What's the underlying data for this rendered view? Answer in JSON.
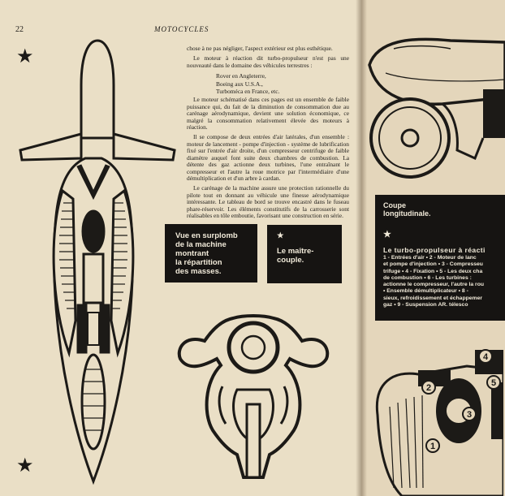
{
  "page": {
    "number": "22",
    "running_head": "MOTOCYCLES"
  },
  "body_text": {
    "p0": "chose à ne pas négliger, l'aspect extérieur est plus esthétique.",
    "p1": "Le moteur à réaction dit turbo-propulseur n'est pas une nouveauté dans le domaine des véhicules terrestres :",
    "list": [
      "Rover en Angleterre,",
      "Boeing aux U.S.A.,",
      "Turboméca en France, etc."
    ],
    "p2": "Le moteur schématisé dans ces pages est un ensemble de faible puissance qui, du fait de la diminution de consommation due au carénage aérodynamique, devient une solution économique, ce malgré la consommation relativement élevée des moteurs à réaction.",
    "p3": "Il se compose de deux entrées d'air latérales, d'un ensemble : moteur de lancement - pompe d'injection - système de lubrification fixé sur l'entrée d'air droite, d'un compresseur centrifuge de faible diamètre auquel font suite deux chambres de combustion. La détente des gaz actionne deux turbines, l'une entraînant le compresseur et l'autre la roue motrice par l'intermédiaire d'une démultiplication et d'un arbre à cardan.",
    "p4": "Le carénage de la machine assure une protection rationnelle du pilote tout en donnant au véhicule une finesse aérodynamique intéressante. Le tableau de bord se trouve encastré dans le fuseau phare-réservoir. Les éléments constitutifs de la carrosserie sont réalisables en tôle emboutie, favorisant une construction en série."
  },
  "captions": {
    "overhang": [
      "Vue en surplomb",
      "de la machine",
      "montrant",
      "la répartition",
      "des masses."
    ],
    "master_star": "★",
    "master": "Le maître-couple.",
    "section_title": "Coupe longitudinale.",
    "section_star": "★",
    "turbo_title": "Le turbo-propulseur à réacti",
    "turbo_legend": [
      "1 - Entrées d'air  •  2 - Moteur de lanc",
      "et pompe d'injection  •  3 - Compresseu",
      "trifuge  •  4 - Fixation  •  5 - Les deux cha",
      "de combustion  •  6 - Les turbines :",
      "actionne le compresseur, l'autre la rou",
      "•  Ensemble démultiplicateur  •  8 -",
      "sieux, refroidissement et échappemer",
      "gaz  •  9 - Suspension AR. télesco"
    ]
  },
  "diagram_numbers": [
    "1",
    "2",
    "3",
    "4",
    "5"
  ],
  "icons": {
    "star": "★"
  },
  "colors": {
    "paper": "#eadfc6",
    "ink": "#1c1a17",
    "box": "#161412",
    "box_text": "#f1ead9"
  }
}
